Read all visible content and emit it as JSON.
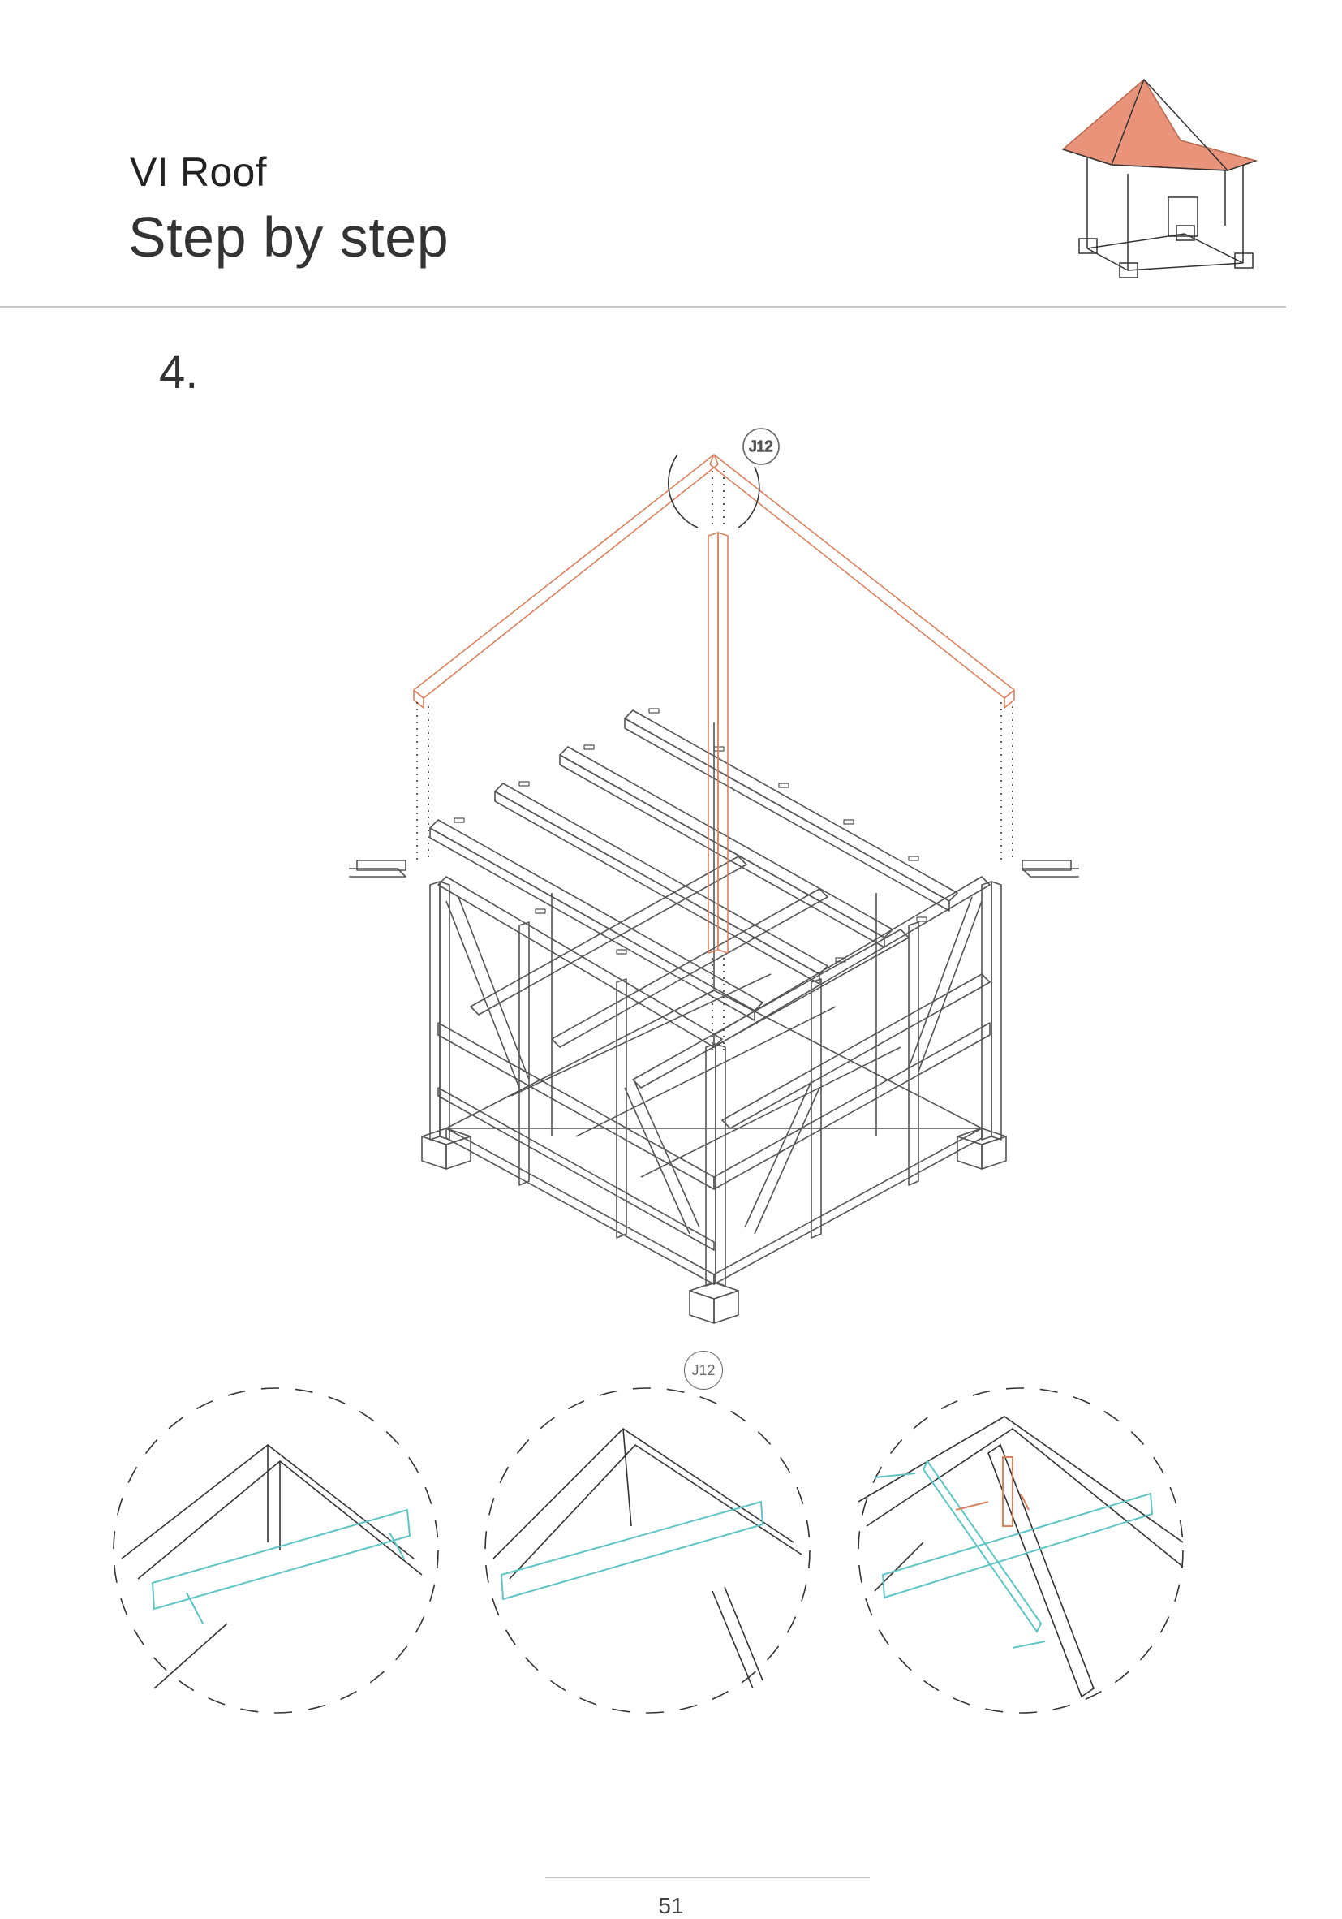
{
  "header": {
    "chapter": "VI Roof",
    "title": "Step by step"
  },
  "step_number": "4.",
  "labels": {
    "joint_top": "J12",
    "joint_bottom": "J12"
  },
  "footer": {
    "page_number": "51"
  },
  "colors": {
    "roof_highlight": "#e8937a",
    "roof_line": "#d9825f",
    "new_part": "#5fc4c4",
    "line": "#555555",
    "rule": "#c8c8c8"
  },
  "icons": [
    "house-roof-thumbnail-icon",
    "frame-assembly-illustration",
    "joint-detail-illustration"
  ]
}
